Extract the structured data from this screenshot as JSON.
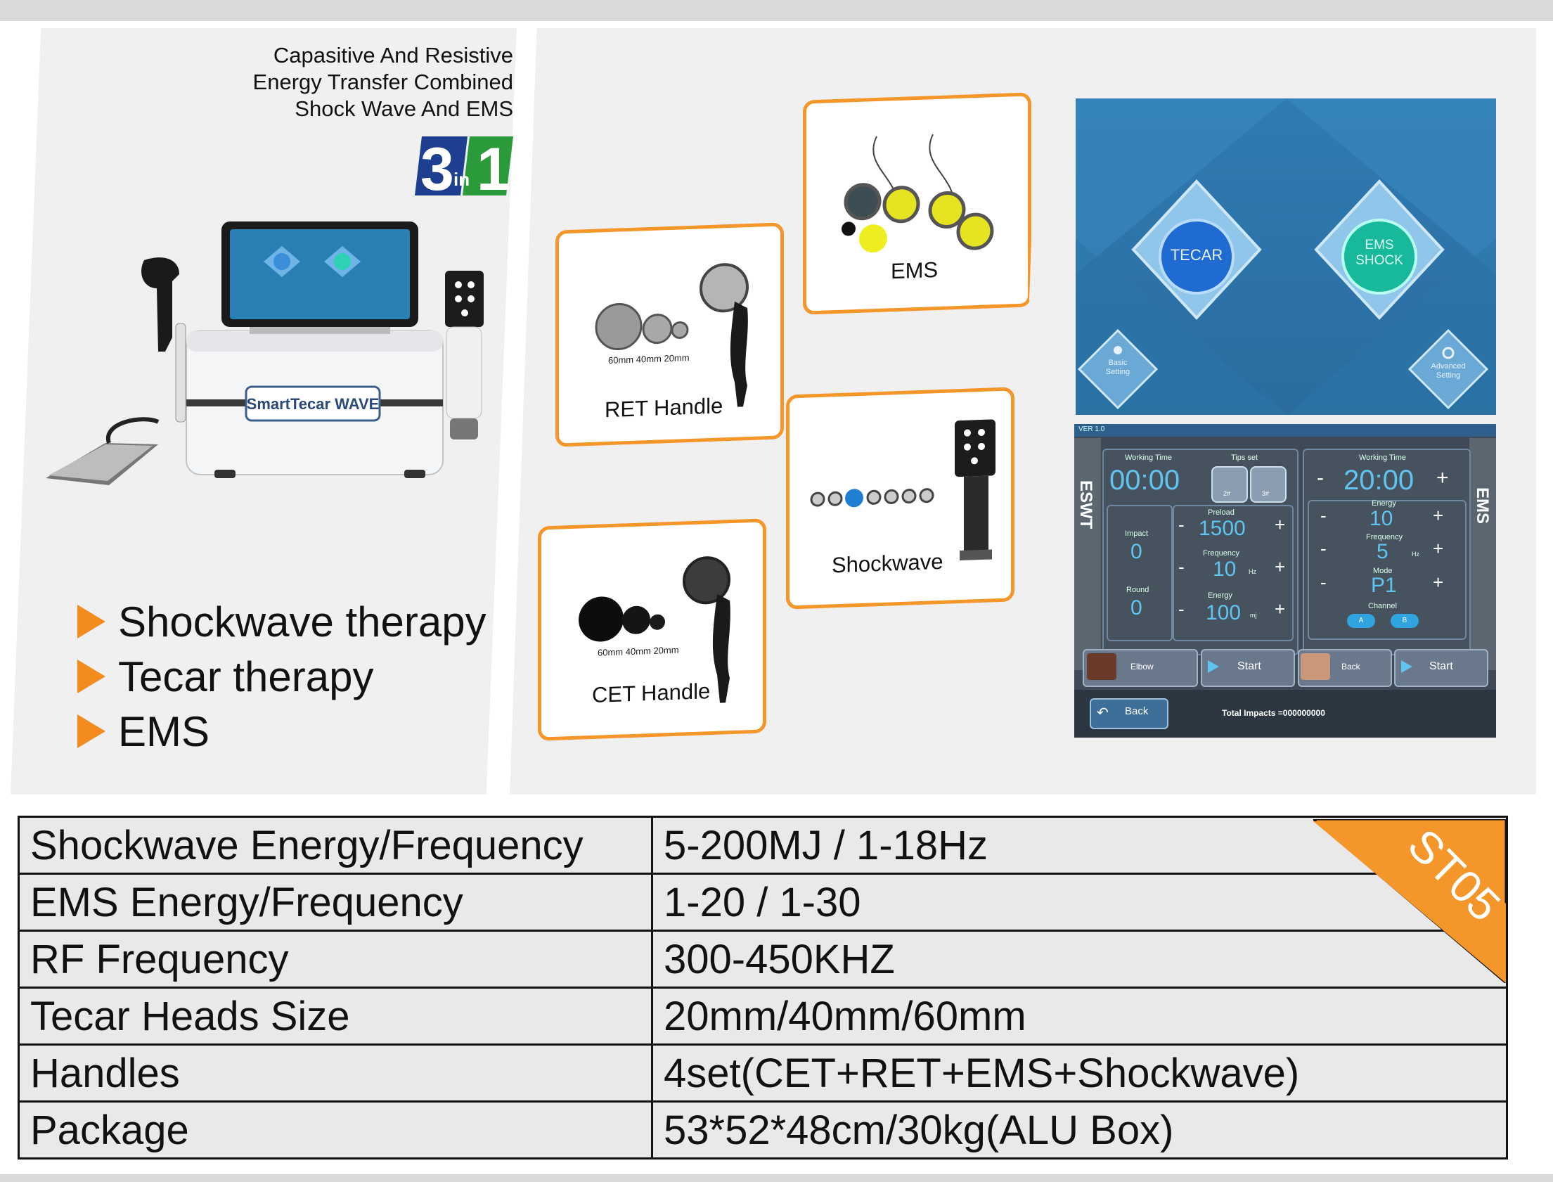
{
  "hero": {
    "subtitle_lines": [
      "Capasitive And Resistive",
      "Energy Transfer Combined",
      "Shock Wave And EMS"
    ],
    "badge_big_left": "3",
    "badge_small": "in",
    "badge_big_right": "1",
    "brand_label": "SmartTecar WAVE"
  },
  "features": [
    "Shockwave therapy",
    "Tecar therapy",
    "EMS"
  ],
  "handles": {
    "ret": {
      "label": "RET Handle",
      "sizes": "60mm 40mm 20mm"
    },
    "cet": {
      "label": "CET Handle",
      "sizes": "60mm 40mm 20mm"
    },
    "ems": {
      "label": "EMS"
    },
    "shockwave": {
      "label": "Shockwave"
    }
  },
  "screen_home": {
    "tecar": "TECAR",
    "ems_shock_line1": "EMS",
    "ems_shock_line2": "SHOCK",
    "basic_line1": "Basic",
    "basic_line2": "Setting",
    "advanced_line1": "Advanced",
    "advanced_line2": "Setting"
  },
  "screen_control": {
    "version": "VER 1.0",
    "left_side": "ESWT",
    "right_side": "EMS",
    "working_time_label": "Working Time",
    "tips_set_label": "Tips set",
    "eswt_time": "00:00",
    "tip_a": "2#",
    "tip_b": "3#",
    "impact_label": "Impact",
    "impact_value": "0",
    "round_label": "Round",
    "round_value": "0",
    "preload_label": "Preload",
    "preload_value": "1500",
    "frequency_label": "Frequency",
    "frequency_value": "10",
    "frequency_unit": "Hz",
    "energy_label": "Energy",
    "energy_value": "100",
    "energy_unit": "mj",
    "ems_working_time_label": "Working Time",
    "ems_time": "20:00",
    "ems_energy_label": "Energy",
    "ems_energy_value": "10",
    "ems_frequency_label": "Frequency",
    "ems_frequency_value": "5",
    "ems_frequency_unit": "Hz",
    "mode_label": "Mode",
    "mode_value": "P1",
    "channel_label": "Channel",
    "channel_a": "A",
    "channel_b": "B",
    "elbow": "Elbow",
    "start": "Start",
    "back_part": "Back",
    "start_ems": "Start",
    "back_button": "Back",
    "total_impacts": "Total Impacts =000000000",
    "minus": "-",
    "plus": "+"
  },
  "specs": [
    {
      "key": "Shockwave Energy/Frequency",
      "value": "5-200MJ / 1-18Hz"
    },
    {
      "key": "EMS Energy/Frequency",
      "value": "1-20 / 1-30"
    },
    {
      "key": "RF Frequency",
      "value": "300-450KHZ"
    },
    {
      "key": "Tecar Heads Size",
      "value": "20mm/40mm/60mm"
    },
    {
      "key": "Handles",
      "value": "4set(CET+RET+EMS+Shockwave)"
    },
    {
      "key": "Package",
      "value": "53*52*48cm/30kg(ALU Box)"
    }
  ],
  "model_badge": "ST05",
  "colors": {
    "accent": "#f5962a",
    "screen_blue": "#2f7bb3",
    "screen_dark": "#3f4a56",
    "lcd_blue": "#5fc4f0"
  }
}
